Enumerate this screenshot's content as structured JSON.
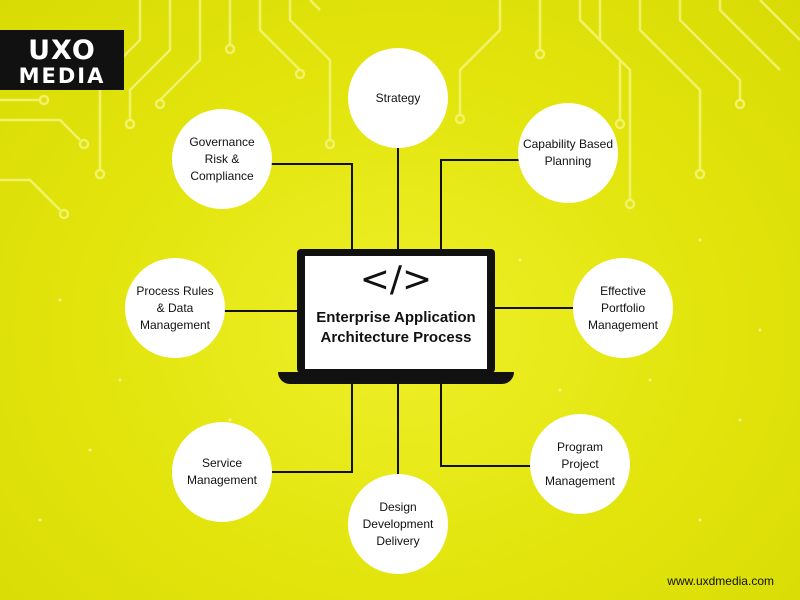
{
  "brand": {
    "logo_top": "UXO",
    "logo_bottom": "MEDIA",
    "website": "www.uxdmedia.com"
  },
  "center": {
    "glyph": "</>",
    "title": "Enterprise Application\nArchitecture Process"
  },
  "nodes": [
    {
      "id": "strategy",
      "label": "Strategy"
    },
    {
      "id": "capability",
      "label": "Capability Based\nPlanning"
    },
    {
      "id": "portfolio",
      "label": "Effective\nPortfolio\nManagement"
    },
    {
      "id": "program",
      "label": "Program\nProject\nManagement"
    },
    {
      "id": "design",
      "label": "Design\nDevelopment\nDelivery"
    },
    {
      "id": "service",
      "label": "Service\nManagement"
    },
    {
      "id": "process",
      "label": "Process Rules\n& Data\nManagement"
    },
    {
      "id": "governance",
      "label": "Governance\nRisk &\nCompliance"
    }
  ],
  "colors": {
    "background": "#e4e60e",
    "accent_dark": "#111111",
    "node_fill": "#ffffff"
  }
}
